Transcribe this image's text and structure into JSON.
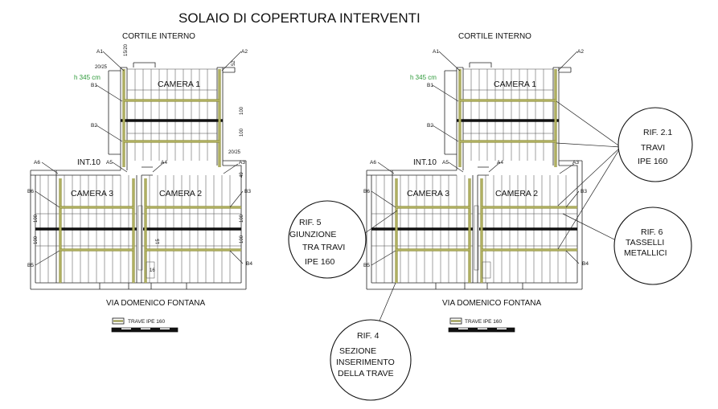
{
  "title": "SOLAIO DI COPERTURA INTERVENTI",
  "courtyard": "CORTILE INTERNO",
  "street": "VIA DOMENICO FONTANA",
  "rooms": {
    "camera1": "CAMERA 1",
    "camera2": "CAMERA 2",
    "camera3": "CAMERA 3"
  },
  "int_label": "INT.10",
  "height_label": "h  345 cm",
  "tags": [
    "A1",
    "A2",
    "A3",
    "A4",
    "A5",
    "A6",
    "B1",
    "B2",
    "B3",
    "B4",
    "B5",
    "B6"
  ],
  "dims": {
    "d1520": "15/20",
    "d2025": "20/25",
    "d52": "52",
    "d100": "100",
    "d49": "49",
    "d15": "15",
    "d16": "16"
  },
  "legend": {
    "label": "TRAVE IPE 160"
  },
  "bubbles": [
    {
      "lines": [
        "RIF. 2.1",
        "TRAVI",
        "IPE 160"
      ]
    },
    {
      "lines": [
        "RIF. 5",
        "GIUNZIONE",
        "TRA TRAVI",
        "IPE 160"
      ]
    },
    {
      "lines": [
        "RIF. 6",
        "TASSELLI",
        "METALLICI"
      ]
    },
    {
      "lines": [
        "RIF. 4",
        "SEZIONE",
        "INSERIMENTO",
        "DELLA TRAVE"
      ]
    }
  ],
  "colors": {
    "beam": "#8f8f3a",
    "beam_inner": "#cfcf88",
    "height_label": "#2e9a3a"
  }
}
